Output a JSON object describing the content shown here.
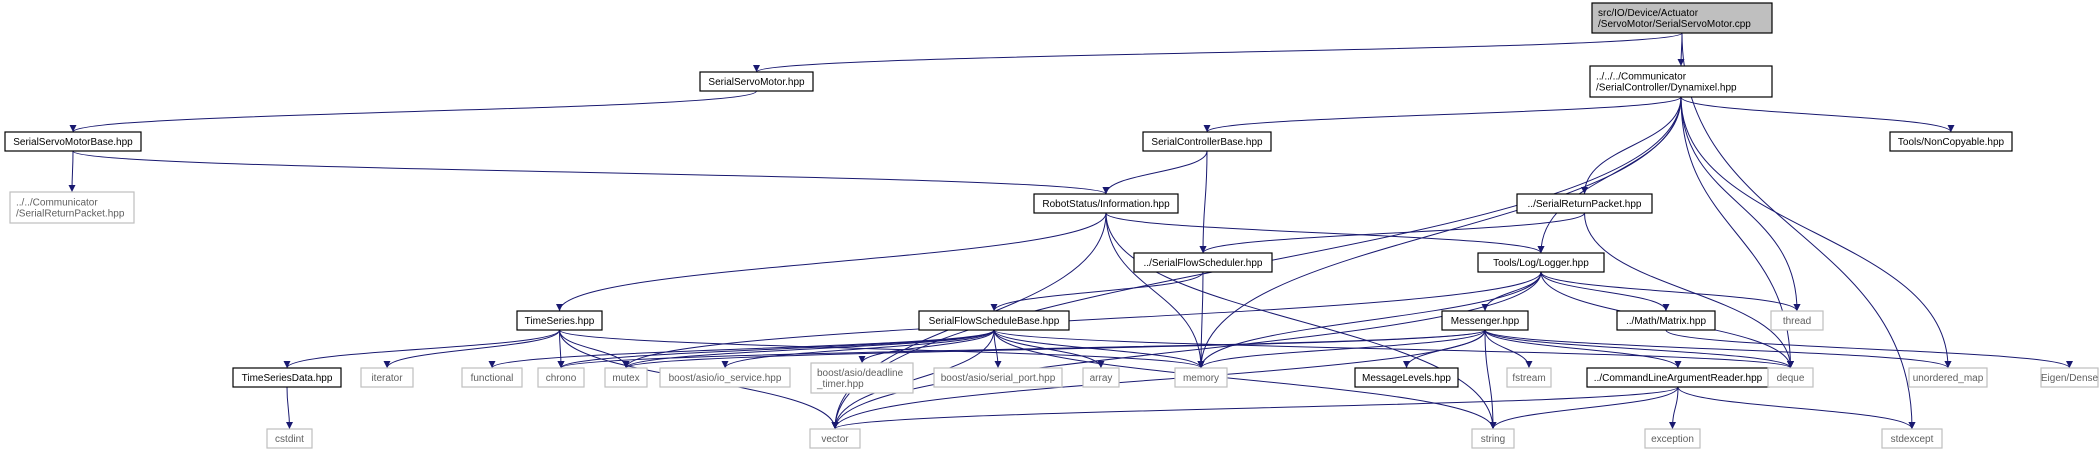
{
  "colors": {
    "edge": "#191970",
    "root_fill": "#bfbfbf",
    "node_border": "#000000",
    "external_border": "#bfbfbf"
  },
  "nodes": [
    {
      "id": "root",
      "lines": [
        "src/IO/Device/Actuator",
        "/ServoMotor/SerialServoMotor.cpp"
      ],
      "style": "root"
    },
    {
      "id": "serialservomotor",
      "lines": [
        "SerialServoMotor.hpp"
      ],
      "style": "dark"
    },
    {
      "id": "dynamixel",
      "lines": [
        "../../../Communicator",
        "/SerialController/Dynamixel.hpp"
      ],
      "style": "dark"
    },
    {
      "id": "servobase",
      "lines": [
        "SerialServoMotorBase.hpp"
      ],
      "style": "dark"
    },
    {
      "id": "returnpacket_ext",
      "lines": [
        "../../Communicator",
        "/SerialReturnPacket.hpp"
      ],
      "style": "light"
    },
    {
      "id": "controllerbase",
      "lines": [
        "SerialControllerBase.hpp"
      ],
      "style": "dark"
    },
    {
      "id": "noncopyable",
      "lines": [
        "Tools/NonCopyable.hpp"
      ],
      "style": "dark"
    },
    {
      "id": "robotstatus",
      "lines": [
        "RobotStatus/Information.hpp"
      ],
      "style": "dark"
    },
    {
      "id": "returnpacket",
      "lines": [
        "../SerialReturnPacket.hpp"
      ],
      "style": "dark"
    },
    {
      "id": "flowscheduler",
      "lines": [
        "../SerialFlowScheduler.hpp"
      ],
      "style": "dark"
    },
    {
      "id": "logger",
      "lines": [
        "Tools/Log/Logger.hpp"
      ],
      "style": "dark"
    },
    {
      "id": "timeseries",
      "lines": [
        "TimeSeries.hpp"
      ],
      "style": "dark"
    },
    {
      "id": "flowbase",
      "lines": [
        "SerialFlowScheduleBase.hpp"
      ],
      "style": "dark"
    },
    {
      "id": "messenger",
      "lines": [
        "Messenger.hpp"
      ],
      "style": "dark"
    },
    {
      "id": "matrix",
      "lines": [
        "../Math/Matrix.hpp"
      ],
      "style": "dark"
    },
    {
      "id": "thread",
      "lines": [
        "thread"
      ],
      "style": "light"
    },
    {
      "id": "tsdata",
      "lines": [
        "TimeSeriesData.hpp"
      ],
      "style": "dark"
    },
    {
      "id": "iterator",
      "lines": [
        "iterator"
      ],
      "style": "light"
    },
    {
      "id": "functional",
      "lines": [
        "functional"
      ],
      "style": "light"
    },
    {
      "id": "chrono",
      "lines": [
        "chrono"
      ],
      "style": "light"
    },
    {
      "id": "mutex",
      "lines": [
        "mutex"
      ],
      "style": "light"
    },
    {
      "id": "ioservice",
      "lines": [
        "boost/asio/io_service.hpp"
      ],
      "style": "light"
    },
    {
      "id": "deadline",
      "lines": [
        "boost/asio/deadline",
        "_timer.hpp"
      ],
      "style": "light"
    },
    {
      "id": "serialport",
      "lines": [
        "boost/asio/serial_port.hpp"
      ],
      "style": "light"
    },
    {
      "id": "array",
      "lines": [
        "array"
      ],
      "style": "light"
    },
    {
      "id": "memory",
      "lines": [
        "memory"
      ],
      "style": "light"
    },
    {
      "id": "msglevels",
      "lines": [
        "MessageLevels.hpp"
      ],
      "style": "dark"
    },
    {
      "id": "fstream",
      "lines": [
        "fstream"
      ],
      "style": "light"
    },
    {
      "id": "cmdreader",
      "lines": [
        "../CommandLineArgumentReader.hpp"
      ],
      "style": "dark"
    },
    {
      "id": "deque",
      "lines": [
        "deque"
      ],
      "style": "light"
    },
    {
      "id": "unordered_map",
      "lines": [
        "unordered_map"
      ],
      "style": "light"
    },
    {
      "id": "eigen",
      "lines": [
        "Eigen/Dense"
      ],
      "style": "light"
    },
    {
      "id": "cstdint",
      "lines": [
        "cstdint"
      ],
      "style": "light"
    },
    {
      "id": "vector",
      "lines": [
        "vector"
      ],
      "style": "light"
    },
    {
      "id": "string",
      "lines": [
        "string"
      ],
      "style": "light"
    },
    {
      "id": "exception",
      "lines": [
        "exception"
      ],
      "style": "light"
    },
    {
      "id": "stdexcept",
      "lines": [
        "stdexcept"
      ],
      "style": "light"
    }
  ],
  "edges": [
    [
      "root",
      "serialservomotor"
    ],
    [
      "root",
      "dynamixel"
    ],
    [
      "root",
      "stdexcept"
    ],
    [
      "serialservomotor",
      "servobase"
    ],
    [
      "servobase",
      "returnpacket_ext"
    ],
    [
      "servobase",
      "robotstatus"
    ],
    [
      "dynamixel",
      "controllerbase"
    ],
    [
      "dynamixel",
      "noncopyable"
    ],
    [
      "dynamixel",
      "returnpacket"
    ],
    [
      "dynamixel",
      "logger"
    ],
    [
      "dynamixel",
      "vector"
    ],
    [
      "dynamixel",
      "memory"
    ],
    [
      "dynamixel",
      "deque"
    ],
    [
      "dynamixel",
      "unordered_map"
    ],
    [
      "dynamixel",
      "thread"
    ],
    [
      "controllerbase",
      "robotstatus"
    ],
    [
      "controllerbase",
      "flowscheduler"
    ],
    [
      "returnpacket",
      "flowscheduler"
    ],
    [
      "returnpacket",
      "deque"
    ],
    [
      "robotstatus",
      "timeseries"
    ],
    [
      "robotstatus",
      "logger"
    ],
    [
      "robotstatus",
      "memory"
    ],
    [
      "robotstatus",
      "vector"
    ],
    [
      "robotstatus",
      "string"
    ],
    [
      "flowscheduler",
      "flowbase"
    ],
    [
      "flowscheduler",
      "memory"
    ],
    [
      "logger",
      "messenger"
    ],
    [
      "logger",
      "matrix"
    ],
    [
      "logger",
      "thread"
    ],
    [
      "logger",
      "memory"
    ],
    [
      "logger",
      "mutex"
    ],
    [
      "logger",
      "vector"
    ],
    [
      "logger",
      "deque"
    ],
    [
      "timeseries",
      "tsdata"
    ],
    [
      "timeseries",
      "iterator"
    ],
    [
      "timeseries",
      "chrono"
    ],
    [
      "timeseries",
      "mutex"
    ],
    [
      "timeseries",
      "vector"
    ],
    [
      "timeseries",
      "memory"
    ],
    [
      "tsdata",
      "cstdint"
    ],
    [
      "flowbase",
      "functional"
    ],
    [
      "flowbase",
      "chrono"
    ],
    [
      "flowbase",
      "mutex"
    ],
    [
      "flowbase",
      "ioservice"
    ],
    [
      "flowbase",
      "deadline"
    ],
    [
      "flowbase",
      "serialport"
    ],
    [
      "flowbase",
      "array"
    ],
    [
      "flowbase",
      "memory"
    ],
    [
      "flowbase",
      "deque"
    ],
    [
      "flowbase",
      "string"
    ],
    [
      "flowbase",
      "vector"
    ],
    [
      "messenger",
      "msglevels"
    ],
    [
      "messenger",
      "fstream"
    ],
    [
      "messenger",
      "cmdreader"
    ],
    [
      "messenger",
      "string"
    ],
    [
      "messenger",
      "memory"
    ],
    [
      "messenger",
      "vector"
    ],
    [
      "messenger",
      "chrono"
    ],
    [
      "messenger",
      "mutex"
    ],
    [
      "messenger",
      "deque"
    ],
    [
      "messenger",
      "unordered_map"
    ],
    [
      "matrix",
      "eigen"
    ],
    [
      "cmdreader",
      "vector"
    ],
    [
      "cmdreader",
      "string"
    ],
    [
      "cmdreader",
      "exception"
    ],
    [
      "cmdreader",
      "stdexcept"
    ]
  ]
}
